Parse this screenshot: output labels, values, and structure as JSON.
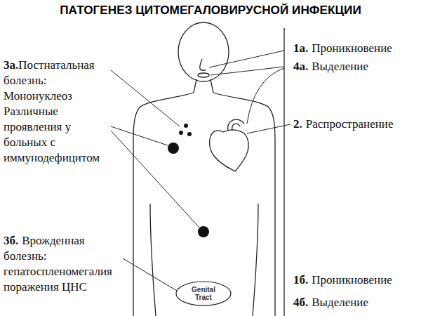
{
  "diagram": {
    "title": "ПАТОГЕНЕЗ ЦИТОМЕГАЛОВИРУСНОЙ ИНФЕКЦИИ",
    "nodes": [
      {
        "text": [
          "Genital Tract"
        ]
      }
    ],
    "labels": [
      "1а.",
      "Проникновение",
      "4а.",
      "Выделение",
      "2.",
      "Распространение",
      "3а.",
      "Постнатальная болезнь: Мононуклеоз Различные проявления у больных с иммунодефицитом",
      "3б.",
      "Врожденная болезнь: гепатоспленомегалия поражения ЦНС",
      "1б.",
      "Проникновение",
      "4б.",
      "Выделение"
    ]
  }
}
